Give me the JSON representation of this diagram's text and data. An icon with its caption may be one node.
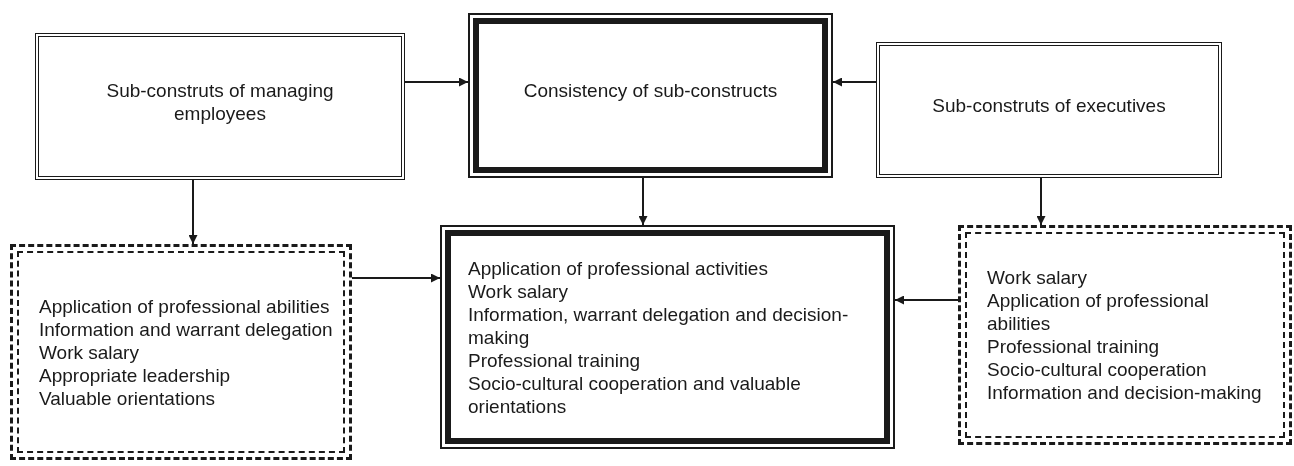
{
  "diagram": {
    "nodes": [
      {
        "text": [
          "Sub-construts of managing employees"
        ]
      },
      {
        "text": [
          "Consistency of sub-constructs"
        ]
      },
      {
        "text": [
          "Sub-construts of executives"
        ]
      },
      {
        "text": [
          "Application of professional abilities",
          "Information and warrant delegation",
          "Work salary",
          "Appropriate leadership",
          "Valuable orientations"
        ]
      },
      {
        "text": [
          "Application of professional activities",
          "Work salary",
          "Information, warrant delegation and decision-making",
          "Professional training",
          "Socio-cultural cooperation and valuable orientations"
        ]
      },
      {
        "text": [
          "Work salary",
          "Application of professional abilities",
          "Professional training",
          "Socio-cultural cooperation",
          "Information and decision-making"
        ]
      }
    ],
    "edges": [
      {
        "from": 0,
        "to": 1,
        "arrow": "to"
      },
      {
        "from": 2,
        "to": 1,
        "arrow": "to"
      },
      {
        "from": 0,
        "to": 3,
        "arrow": "to"
      },
      {
        "from": 1,
        "to": 4,
        "arrow": "to"
      },
      {
        "from": 2,
        "to": 5,
        "arrow": "to"
      },
      {
        "from": 3,
        "to": 4,
        "arrow": "to"
      },
      {
        "from": 5,
        "to": 4,
        "arrow": "to"
      }
    ]
  }
}
